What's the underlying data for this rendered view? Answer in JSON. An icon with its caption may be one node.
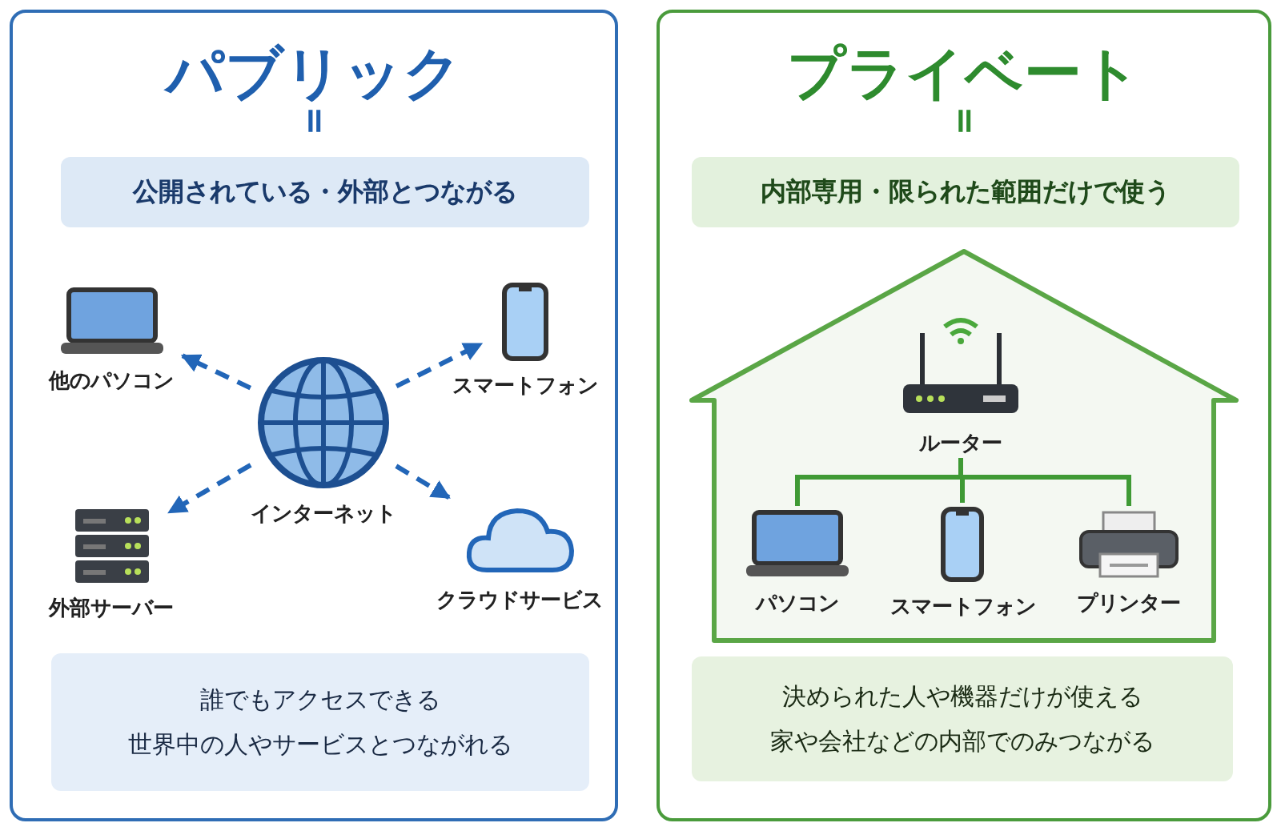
{
  "diagram": {
    "nodes": [
      {
        "text": [
          "パブリック"
        ]
      },
      {
        "text": [
          "公開されている・外部とつながる"
        ],
        "in": 0
      },
      {
        "text": [
          "インターネット"
        ],
        "in": 0
      },
      {
        "text": [
          "他のパソコン"
        ],
        "in": 0
      },
      {
        "text": [
          "スマートフォン"
        ],
        "in": 0
      },
      {
        "text": [
          "外部サーバー"
        ],
        "in": 0
      },
      {
        "text": [
          "クラウドサービス"
        ],
        "in": 0
      },
      {
        "text": [
          "誰でもアクセスできる",
          "世界中の人やサービスとつながれる"
        ],
        "in": 0
      },
      {
        "text": [
          "プライベート"
        ]
      },
      {
        "text": [
          "内部専用・限られた範囲だけで使う"
        ],
        "in": 8
      },
      {
        "text": [],
        "shape": "house",
        "in": 8
      },
      {
        "text": [
          "ルーター"
        ],
        "in": 10
      },
      {
        "text": [
          "パソコン"
        ],
        "in": 10
      },
      {
        "text": [
          "スマートフォン"
        ],
        "in": 10
      },
      {
        "text": [
          "プリンター"
        ],
        "in": 10
      },
      {
        "text": [
          "決められた人や機器だけが使える",
          "家や会社などの内部でのみつながる"
        ],
        "in": 8
      }
    ],
    "edges": [
      {
        "from": 2,
        "to": 3,
        "arrow": "to",
        "style": "dashed",
        "color": "#2266b8"
      },
      {
        "from": 2,
        "to": 4,
        "arrow": "to",
        "style": "dashed",
        "color": "#2266b8"
      },
      {
        "from": 2,
        "to": 5,
        "arrow": "to",
        "style": "dashed",
        "color": "#2266b8"
      },
      {
        "from": 2,
        "to": 6,
        "arrow": "to",
        "style": "dashed",
        "color": "#2266b8"
      },
      {
        "from": 11,
        "to": 12,
        "arrow": "none",
        "color": "#3f9a35"
      },
      {
        "from": 11,
        "to": 13,
        "arrow": "none",
        "color": "#3f9a35"
      },
      {
        "from": 11,
        "to": 14,
        "arrow": "none",
        "color": "#3f9a35"
      }
    ],
    "labels": [
      "=",
      "="
    ]
  }
}
